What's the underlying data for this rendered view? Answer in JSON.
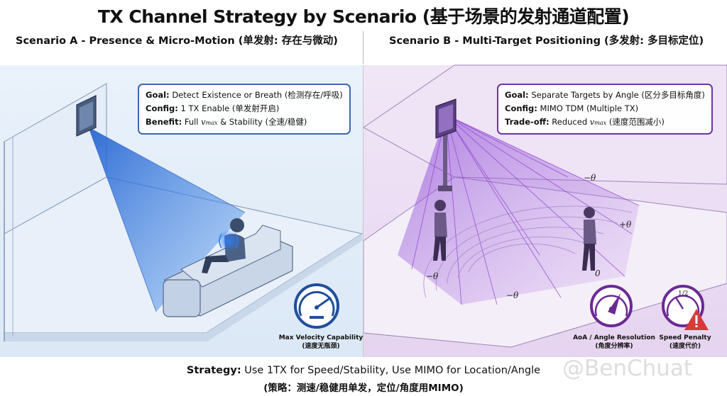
{
  "title": "TX Channel Strategy by Scenario (基于场景的发射通道配置)",
  "scenario_a": {
    "heading": "Scenario A - Presence & Micro-Motion (单发射: 存在与微动)",
    "goal_label": "Goal:",
    "goal_text": "Detect Existence or Breath (检测存在/呼吸)",
    "config_label": "Config:",
    "config_text": "1 TX Enable (单发射开启)",
    "benefit_label": "Benefit:",
    "benefit_pre": "Full",
    "benefit_var": "v",
    "benefit_sub": "max",
    "benefit_post": "& Stability (全速/稳健)",
    "gauge_label": "Max Velocity Capability",
    "gauge_label_cn": "(速度无瓶颈)"
  },
  "scenario_b": {
    "heading": "Scenario B - Multi-Target Positioning (多发射: 多目标定位)",
    "goal_label": "Goal:",
    "goal_text": "Separate Targets by Angle (区分多目标角度)",
    "config_label": "Config:",
    "config_text": "MIMO TDM (Multiple TX)",
    "tradeoff_label": "Trade-off:",
    "tradeoff_pre": "Reduced",
    "tradeoff_var": "v",
    "tradeoff_sub": "max",
    "tradeoff_post": "(速度范围减小)",
    "gauge1_label": "AoA / Angle Resolution",
    "gauge1_label_cn": "(角度分辨率)",
    "gauge2_label": "Speed Penalty",
    "gauge2_label_cn": "(速度代价)",
    "gauge2_scale": "1/2",
    "theta_labels": [
      "−θ",
      "+θ",
      "−θ",
      "0",
      "−θ"
    ]
  },
  "strategy": {
    "label": "Strategy:",
    "text": "Use 1TX for Speed/Stability, Use MIMO for Location/Angle",
    "cn": "(策略：测速/稳健用单发，定位/角度用MIMO)"
  },
  "watermark": "@BenChuat",
  "colors": {
    "blue_accent": "#3d68a8",
    "purple_accent": "#6a36a4",
    "warning": "#d83a3a"
  }
}
